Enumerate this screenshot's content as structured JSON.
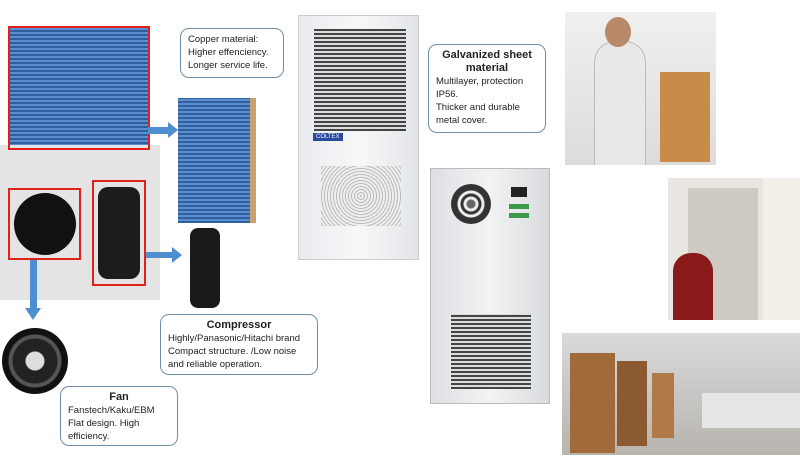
{
  "callouts": {
    "copper": {
      "lines": [
        "Copper material:",
        "Higher effenciency.",
        "Longer service life."
      ]
    },
    "galvanized": {
      "title": "Galvanized sheet material",
      "lines": [
        "Multilayer, protection IP56.",
        "Thicker and durable metal cover."
      ]
    },
    "compressor": {
      "title": "Compressor",
      "lines": [
        "Highly/Panasonic/Hitachi brand",
        "Compact structure. /Low noise",
        "and reliable operation."
      ]
    },
    "fan": {
      "title": "Fan",
      "lines": [
        "Fanstech/Kaku/EBM",
        "Flat design. High",
        "efficiency."
      ]
    }
  },
  "product": {
    "logo": "COLTEX"
  },
  "colors": {
    "highlight": "#e0201c",
    "arrow": "#4f8fd0",
    "bubble_border": "#6f8fa8"
  }
}
